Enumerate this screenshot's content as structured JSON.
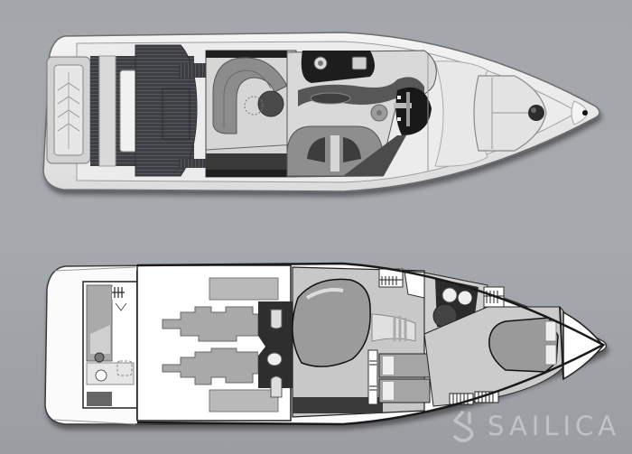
{
  "image": {
    "description": "Yacht deck plans: upper (flybridge/main deck) view and lower deck cabin layout, grey-scale illustration",
    "background_color": "#a4a8ac"
  },
  "plans": [
    {
      "name": "main-deck",
      "label": "Main deck top view",
      "orientation": "bow-right"
    },
    {
      "name": "lower-deck",
      "label": "Lower deck layout",
      "orientation": "bow-right"
    }
  ],
  "watermark": {
    "text": "SAILICA",
    "icon": "sailica-logo-icon",
    "color": "#c4c7ca"
  }
}
